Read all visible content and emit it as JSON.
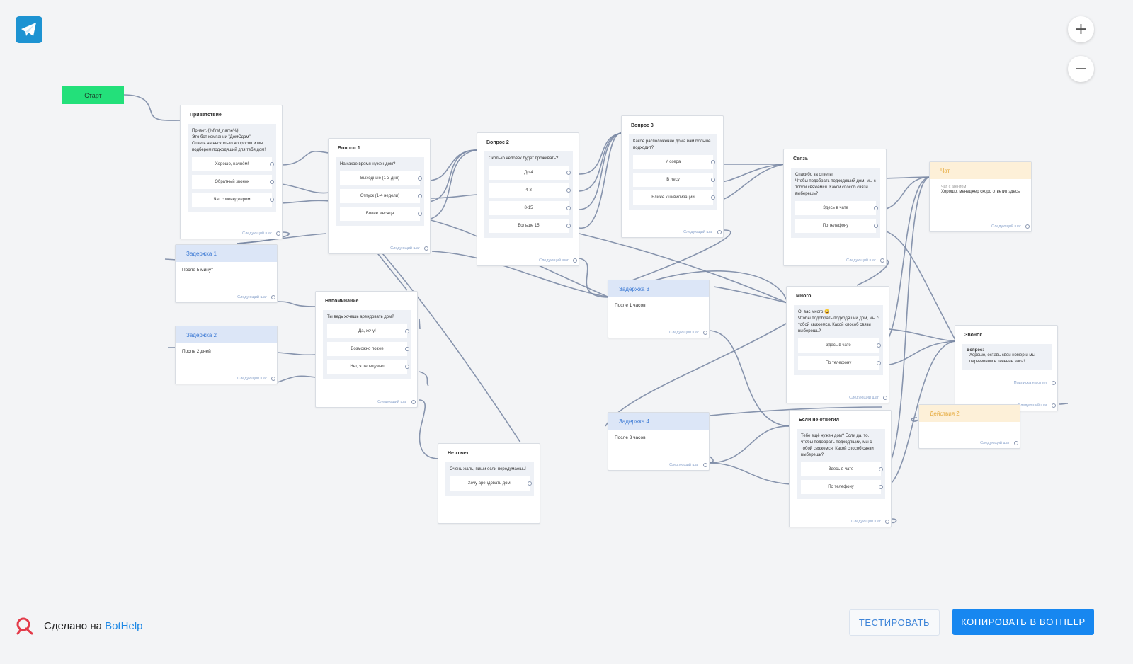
{
  "toolbar": {
    "zoom_in": "+",
    "zoom_out": "−"
  },
  "start": {
    "label": "Старт"
  },
  "footer": {
    "made_with": "Сделано на",
    "brand": "BotHelp",
    "test_button": "ТЕСТИРОВАТЬ",
    "copy_button": "КОПИРОВАТЬ В BOTHELP"
  },
  "next_step": "Следующий шаг",
  "nodes": {
    "greeting": {
      "title": "Приветствие",
      "text": "Привет, {%first_name%}!\nЭто бот компании \"ДомСдам\".\nОтветь на несколько вопросов и мы подберем подходящий для тебя дом!",
      "buttons": [
        "Хорошо, начнём!",
        "Обратный звонок",
        "Чат с менеджером"
      ]
    },
    "q1": {
      "title": "Вопрос 1",
      "text": "На какое время нужен дом?",
      "buttons": [
        "Выходные (1-3 дня)",
        "Отпуск (1-4 недели)",
        "Более месяца"
      ]
    },
    "q2": {
      "title": "Вопрос 2",
      "text": "Сколько человек будет проживать?",
      "buttons": [
        "До 4",
        "4-8",
        "8-15",
        "Больше 15"
      ]
    },
    "q3": {
      "title": "Вопрос 3",
      "text": "Какое расположение дома вам больше подходит?",
      "buttons": [
        "У озера",
        "В лесу",
        "Ближе к цивилизации"
      ]
    },
    "contact": {
      "title": "Связь",
      "text": "Спасибо за ответы!\nЧтобы подобрать подходящий дом, мы с тобой свяжемся. Какой способ связи выберешь?",
      "buttons": [
        "Здесь в чате",
        "По телефону"
      ]
    },
    "chat": {
      "title": "Чат",
      "subtitle": "Чат с агентом",
      "text": "Хорошо, менеджер скоро ответит здесь"
    },
    "delay1": {
      "title": "Задержка 1",
      "text": "После 5 минут"
    },
    "delay2": {
      "title": "Задержка 2",
      "text": "После 2 дней"
    },
    "delay3": {
      "title": "Задержка 3",
      "text": "После 1 часов"
    },
    "delay4": {
      "title": "Задержка 4",
      "text": "После 3 часов"
    },
    "reminder": {
      "title": "Напоминание",
      "text": "Ты ведь хочешь арендовать дом?",
      "buttons": [
        "Да, хочу!",
        "Возможно позже",
        "Нет, я передумал"
      ]
    },
    "many": {
      "title": "Много",
      "text": "О, вас много 😀\nЧтобы подобрать подходящий дом, мы с тобой свяжемся. Какой способ связи выберешь?",
      "buttons": [
        "Здесь в чате",
        "По телефону"
      ]
    },
    "call": {
      "title": "Звонок",
      "label": "Вопрос:",
      "text": "Хорошо, оставь свой номер и мы перезвоним в течение часа!",
      "foot_extra": "Подписка на ответ"
    },
    "action2": {
      "title": "Действия 2"
    },
    "no_answer": {
      "title": "Если не ответил",
      "text": "Тебе ещё нужен дом? Если да, то, чтобы подобрать подходящий, мы с тобой свяжемся. Какой способ связи выберешь?",
      "buttons": [
        "Здесь в чате",
        "По телефону"
      ]
    },
    "dont_want": {
      "title": "Не хочет",
      "text": "Очень жаль, пиши если передумаешь!",
      "buttons": [
        "Хочу арендовать дом!"
      ]
    }
  },
  "colors": {
    "start": "#23e07a",
    "wire": "#7b8aa5",
    "delay_header": "#dce6f7",
    "action_header": "#fdf0d8",
    "brand_blue": "#1787f0"
  },
  "icons": [
    "telegram-icon",
    "zoom-in-icon",
    "zoom-out-icon",
    "bothelp-logo-icon"
  ]
}
